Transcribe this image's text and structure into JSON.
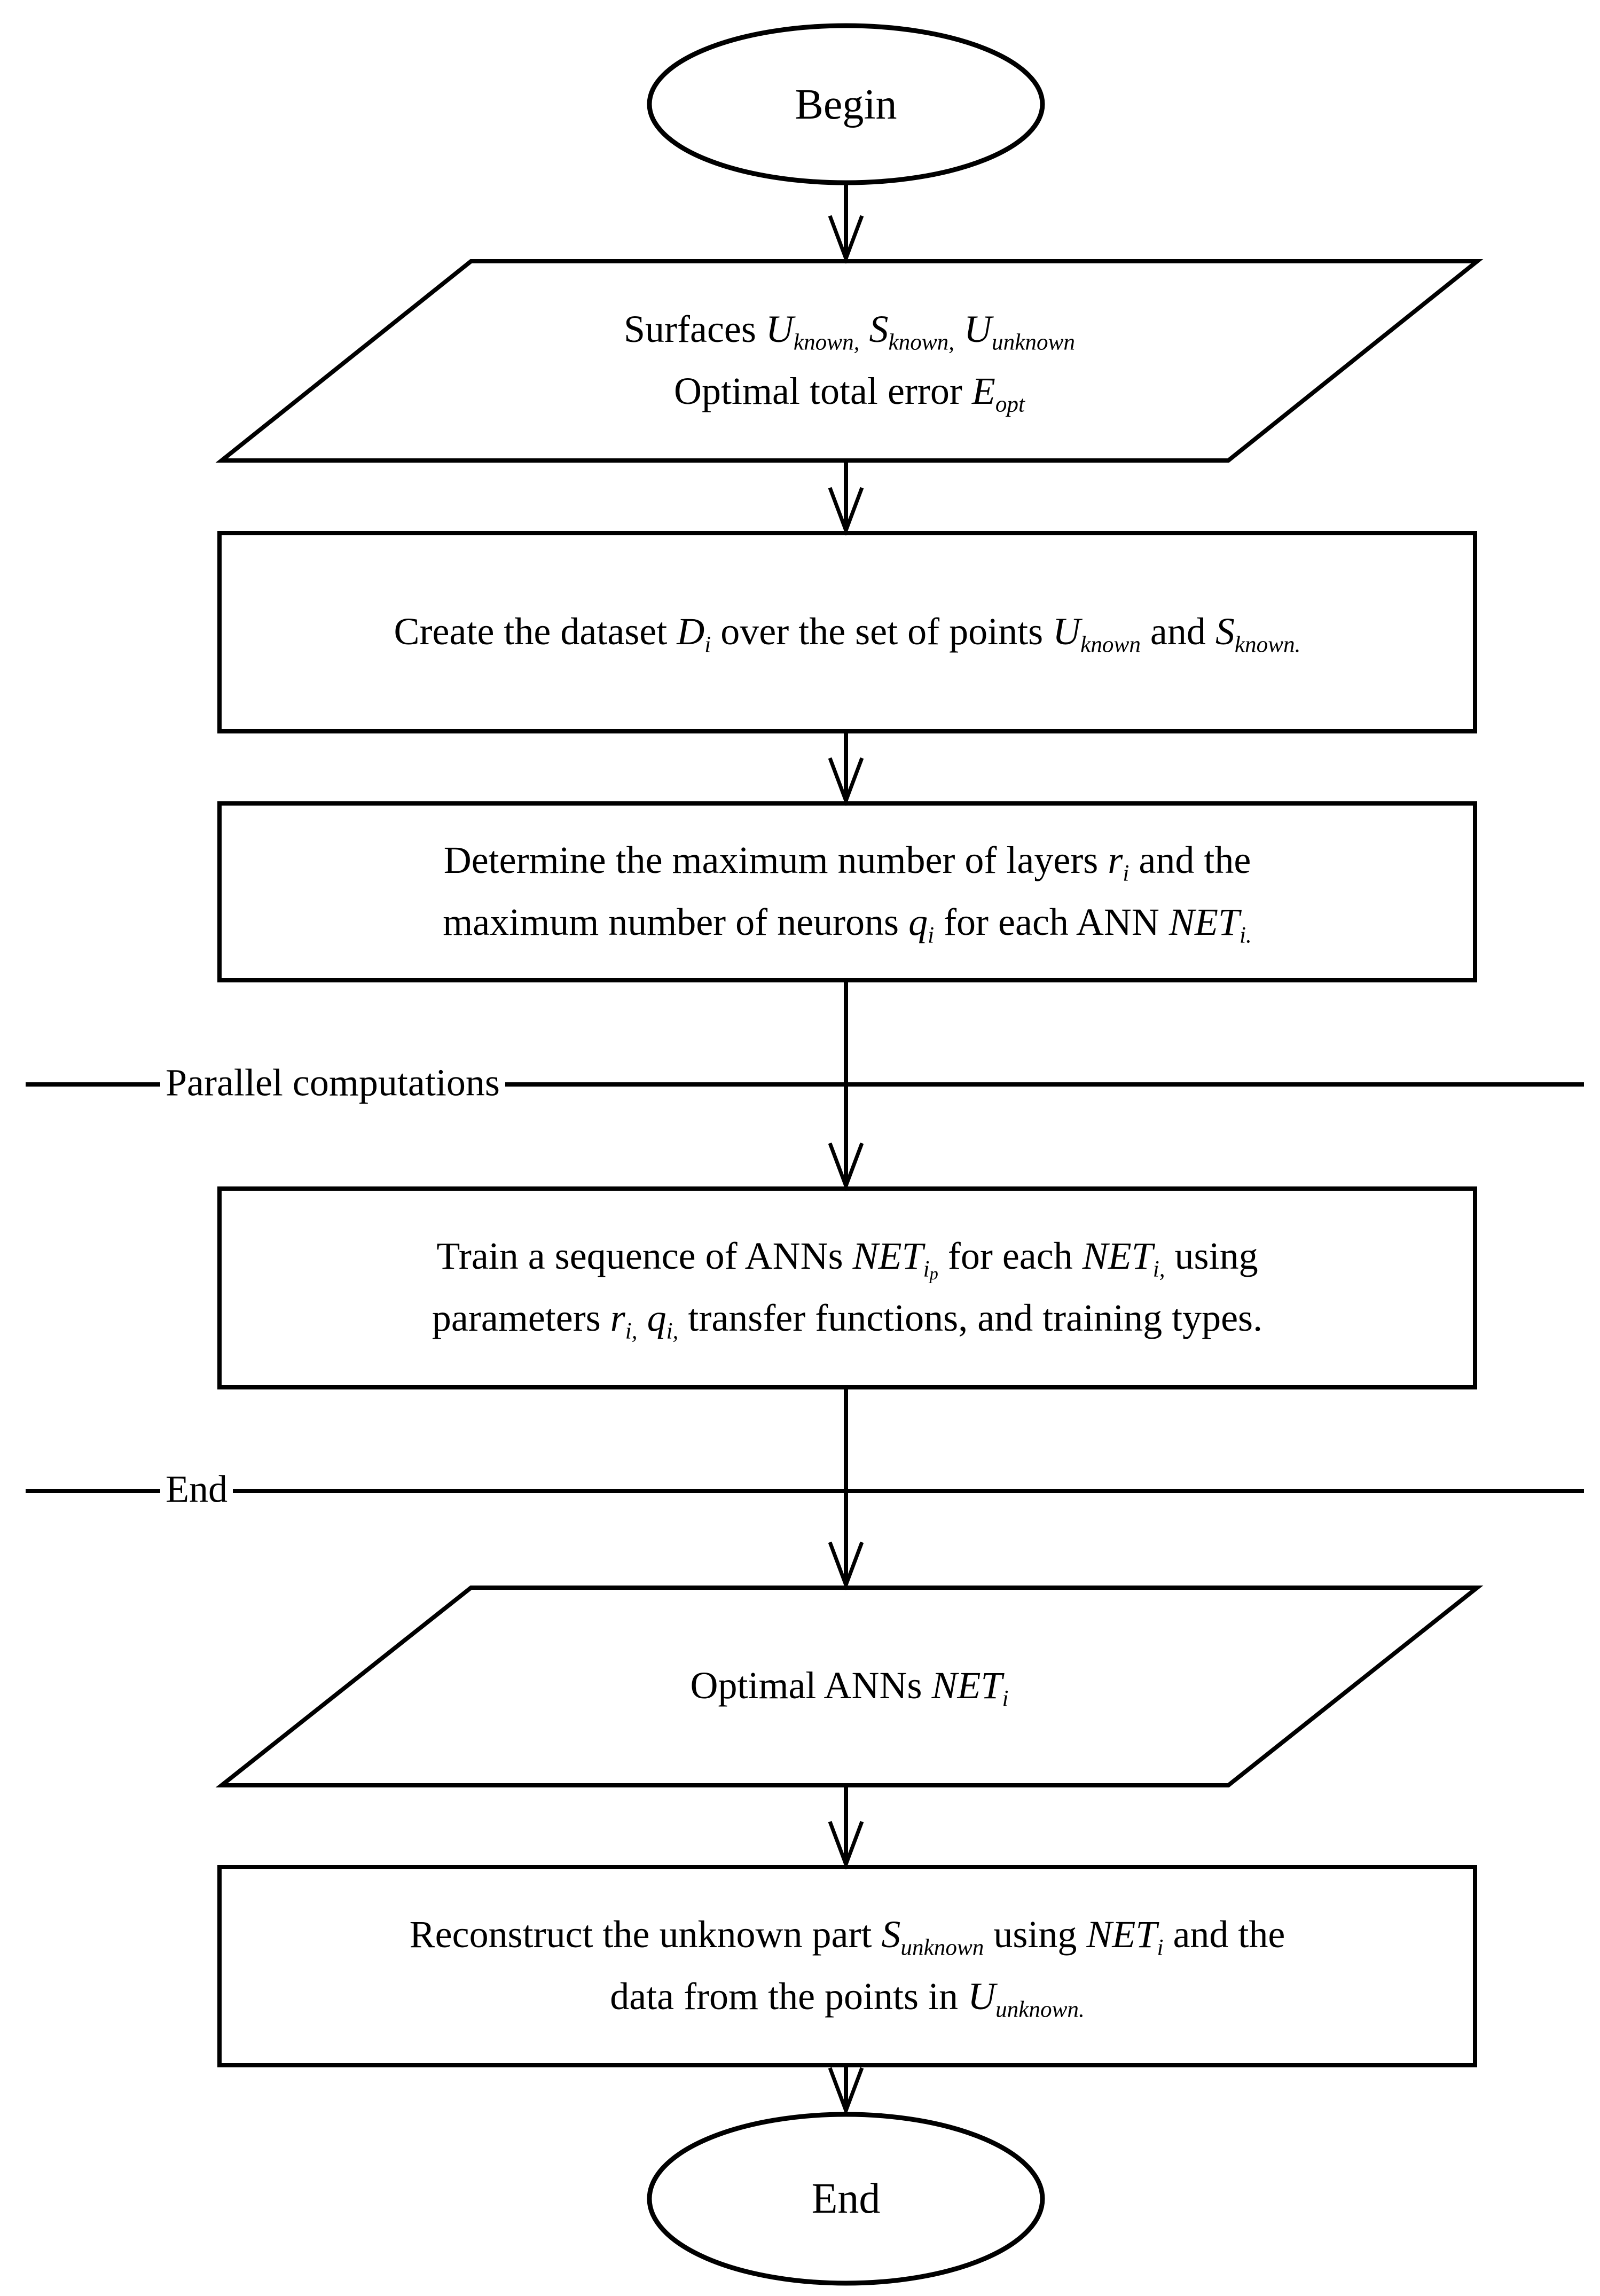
{
  "page": {
    "background": "#ffffff",
    "ink": "#000000"
  },
  "flowchart": {
    "nodes": [
      {
        "id": "begin",
        "type": "terminator",
        "lines": [
          [
            {
              "t": "Begin"
            }
          ]
        ]
      },
      {
        "id": "inputs",
        "type": "data-parallelogram",
        "lines": [
          [
            {
              "t": "Surfaces "
            },
            {
              "t": "U",
              "i": true
            },
            {
              "t": "known,",
              "i": true,
              "sub": 1
            },
            {
              "t": " "
            },
            {
              "t": "S",
              "i": true
            },
            {
              "t": "known,",
              "i": true,
              "sub": 1
            },
            {
              "t": " "
            },
            {
              "t": "U",
              "i": true
            },
            {
              "t": "unknown",
              "i": true,
              "sub": 1
            }
          ],
          [
            {
              "t": "Optimal total error "
            },
            {
              "t": "E",
              "i": true
            },
            {
              "t": "opt",
              "i": true,
              "sub": 1
            }
          ]
        ]
      },
      {
        "id": "create-dataset",
        "type": "process",
        "lines": [
          [
            {
              "t": "Create the dataset "
            },
            {
              "t": "D",
              "i": true
            },
            {
              "t": "i",
              "i": true,
              "sub": 1
            },
            {
              "t": " over the set of points "
            },
            {
              "t": "U",
              "i": true
            },
            {
              "t": "known",
              "i": true,
              "sub": 1
            },
            {
              "t": " and "
            },
            {
              "t": "S",
              "i": true
            },
            {
              "t": "known.",
              "i": true,
              "sub": 1
            }
          ]
        ]
      },
      {
        "id": "determine-max",
        "type": "process",
        "lines": [
          [
            {
              "t": "Determine the maximum number of layers "
            },
            {
              "t": "r",
              "i": true
            },
            {
              "t": "i",
              "i": true,
              "sub": 1
            },
            {
              "t": " and the"
            }
          ],
          [
            {
              "t": "maximum number of neurons "
            },
            {
              "t": "q",
              "i": true
            },
            {
              "t": "i",
              "i": true,
              "sub": 1
            },
            {
              "t": " for each ANN "
            },
            {
              "t": "NET",
              "i": true
            },
            {
              "t": "i.",
              "i": true,
              "sub": 1
            }
          ]
        ]
      },
      {
        "id": "train",
        "type": "process",
        "lines": [
          [
            {
              "t": "Train a sequence of ANNs "
            },
            {
              "t": "NET",
              "i": true
            },
            {
              "t": "i",
              "i": true,
              "sub": 1
            },
            {
              "t": "p",
              "i": true,
              "sub": 2
            },
            {
              "t": " for each "
            },
            {
              "t": "NET",
              "i": true
            },
            {
              "t": "i,",
              "i": true,
              "sub": 1
            },
            {
              "t": " using"
            }
          ],
          [
            {
              "t": "parameters "
            },
            {
              "t": "r",
              "i": true
            },
            {
              "t": "i,",
              "i": true,
              "sub": 1
            },
            {
              "t": " "
            },
            {
              "t": "q",
              "i": true
            },
            {
              "t": "i,",
              "i": true,
              "sub": 1
            },
            {
              "t": " transfer functions, and training types."
            }
          ]
        ]
      },
      {
        "id": "optimal-anns",
        "type": "data-parallelogram",
        "lines": [
          [
            {
              "t": "Optimal ANNs "
            },
            {
              "t": "NET",
              "i": true
            },
            {
              "t": "i",
              "i": true,
              "sub": 1
            }
          ]
        ]
      },
      {
        "id": "reconstruct",
        "type": "process",
        "lines": [
          [
            {
              "t": "Reconstruct the unknown part "
            },
            {
              "t": "S",
              "i": true
            },
            {
              "t": "unknown",
              "i": true,
              "sub": 1
            },
            {
              "t": " using "
            },
            {
              "t": "NET",
              "i": true
            },
            {
              "t": "i",
              "i": true,
              "sub": 1
            },
            {
              "t": " and the"
            }
          ],
          [
            {
              "t": "data from the points in "
            },
            {
              "t": "U",
              "i": true
            },
            {
              "t": "unknown.",
              "i": true,
              "sub": 1
            }
          ]
        ]
      },
      {
        "id": "end",
        "type": "terminator",
        "lines": [
          [
            {
              "t": "End"
            }
          ]
        ]
      }
    ],
    "separators": [
      {
        "id": "parallel-begin",
        "label": "Parallel computations"
      },
      {
        "id": "parallel-end",
        "label": "End"
      }
    ]
  }
}
